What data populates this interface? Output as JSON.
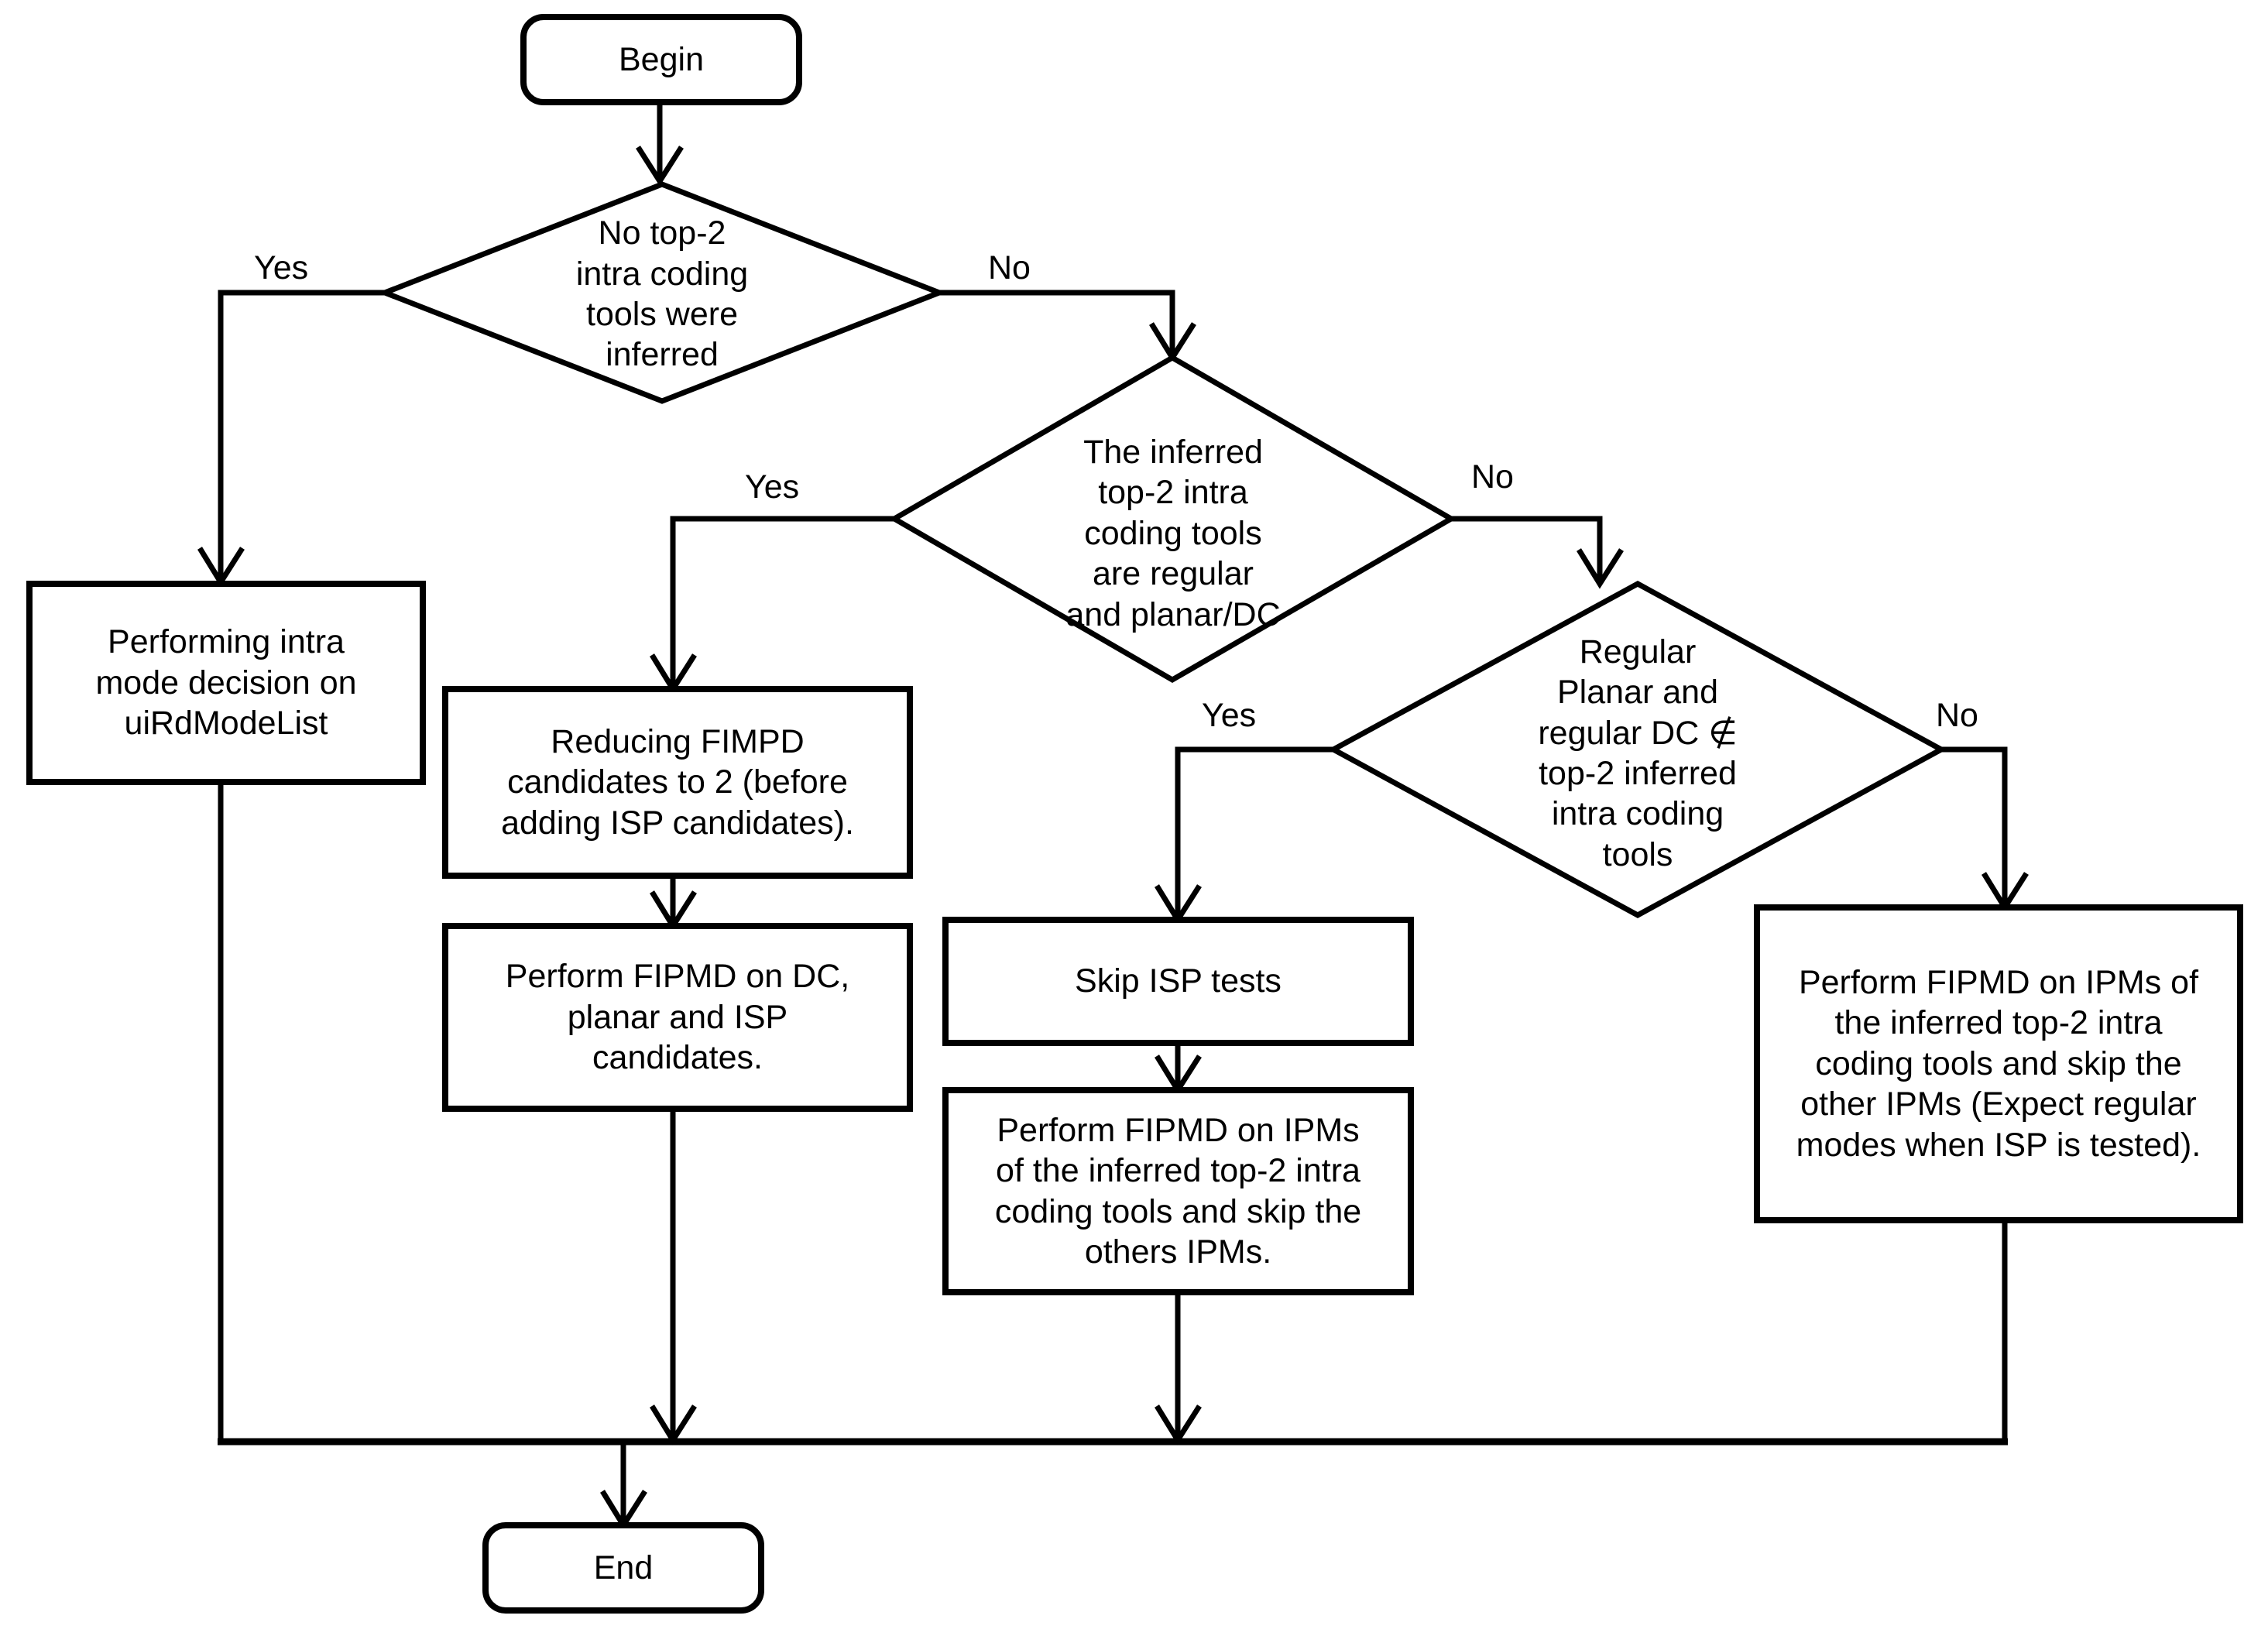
{
  "diagram": {
    "title": "Intra mode decision flowchart",
    "background_color": "#ffffff",
    "line_color": "#000000",
    "nodes": {
      "begin": {
        "label": "Begin",
        "type": "terminator"
      },
      "decision_no_top2": {
        "label": "No top-2\nintra coding\ntools were\ninferred",
        "type": "decision"
      },
      "perform_intra_mode": {
        "label": "Performing intra\nmode decision on\nuiRdModeList",
        "type": "process"
      },
      "decision_regular_planar_dc": {
        "label": "The inferred\ntop-2 intra\ncoding tools\nare regular\nand planar/DC",
        "type": "decision"
      },
      "decision_not_in_top2": {
        "label": "Regular\nPlanar and\nregular DC ∉\ntop-2 inferred\nintra coding\ntools",
        "type": "decision"
      },
      "reducing_fimpd": {
        "label": "Reducing FIMPD\ncandidates to 2 (before\nadding ISP candidates).",
        "type": "process"
      },
      "perform_fipmd_dc_planar_isp": {
        "label": "Perform FIPMD on DC,\nplanar and ISP\ncandidates.",
        "type": "process"
      },
      "skip_isp_tests": {
        "label": "Skip ISP tests",
        "type": "process"
      },
      "perform_fipmd_ipms_middle": {
        "label": "Perform FIPMD on IPMs\nof the inferred top-2 intra\ncoding tools and skip the\nothers IPMs.",
        "type": "process"
      },
      "perform_fipmd_ipms_right": {
        "label": "Perform FIPMD on IPMs of\nthe inferred top-2 intra\ncoding tools and skip the\nother IPMs (Expect regular\nmodes when ISP is tested).",
        "type": "process"
      },
      "end": {
        "label": "End",
        "type": "terminator"
      }
    },
    "edge_labels": {
      "d1_yes": "Yes",
      "d1_no": "No",
      "d2_yes": "Yes",
      "d2_no": "No",
      "d3_yes": "Yes",
      "d3_no": "No"
    }
  }
}
